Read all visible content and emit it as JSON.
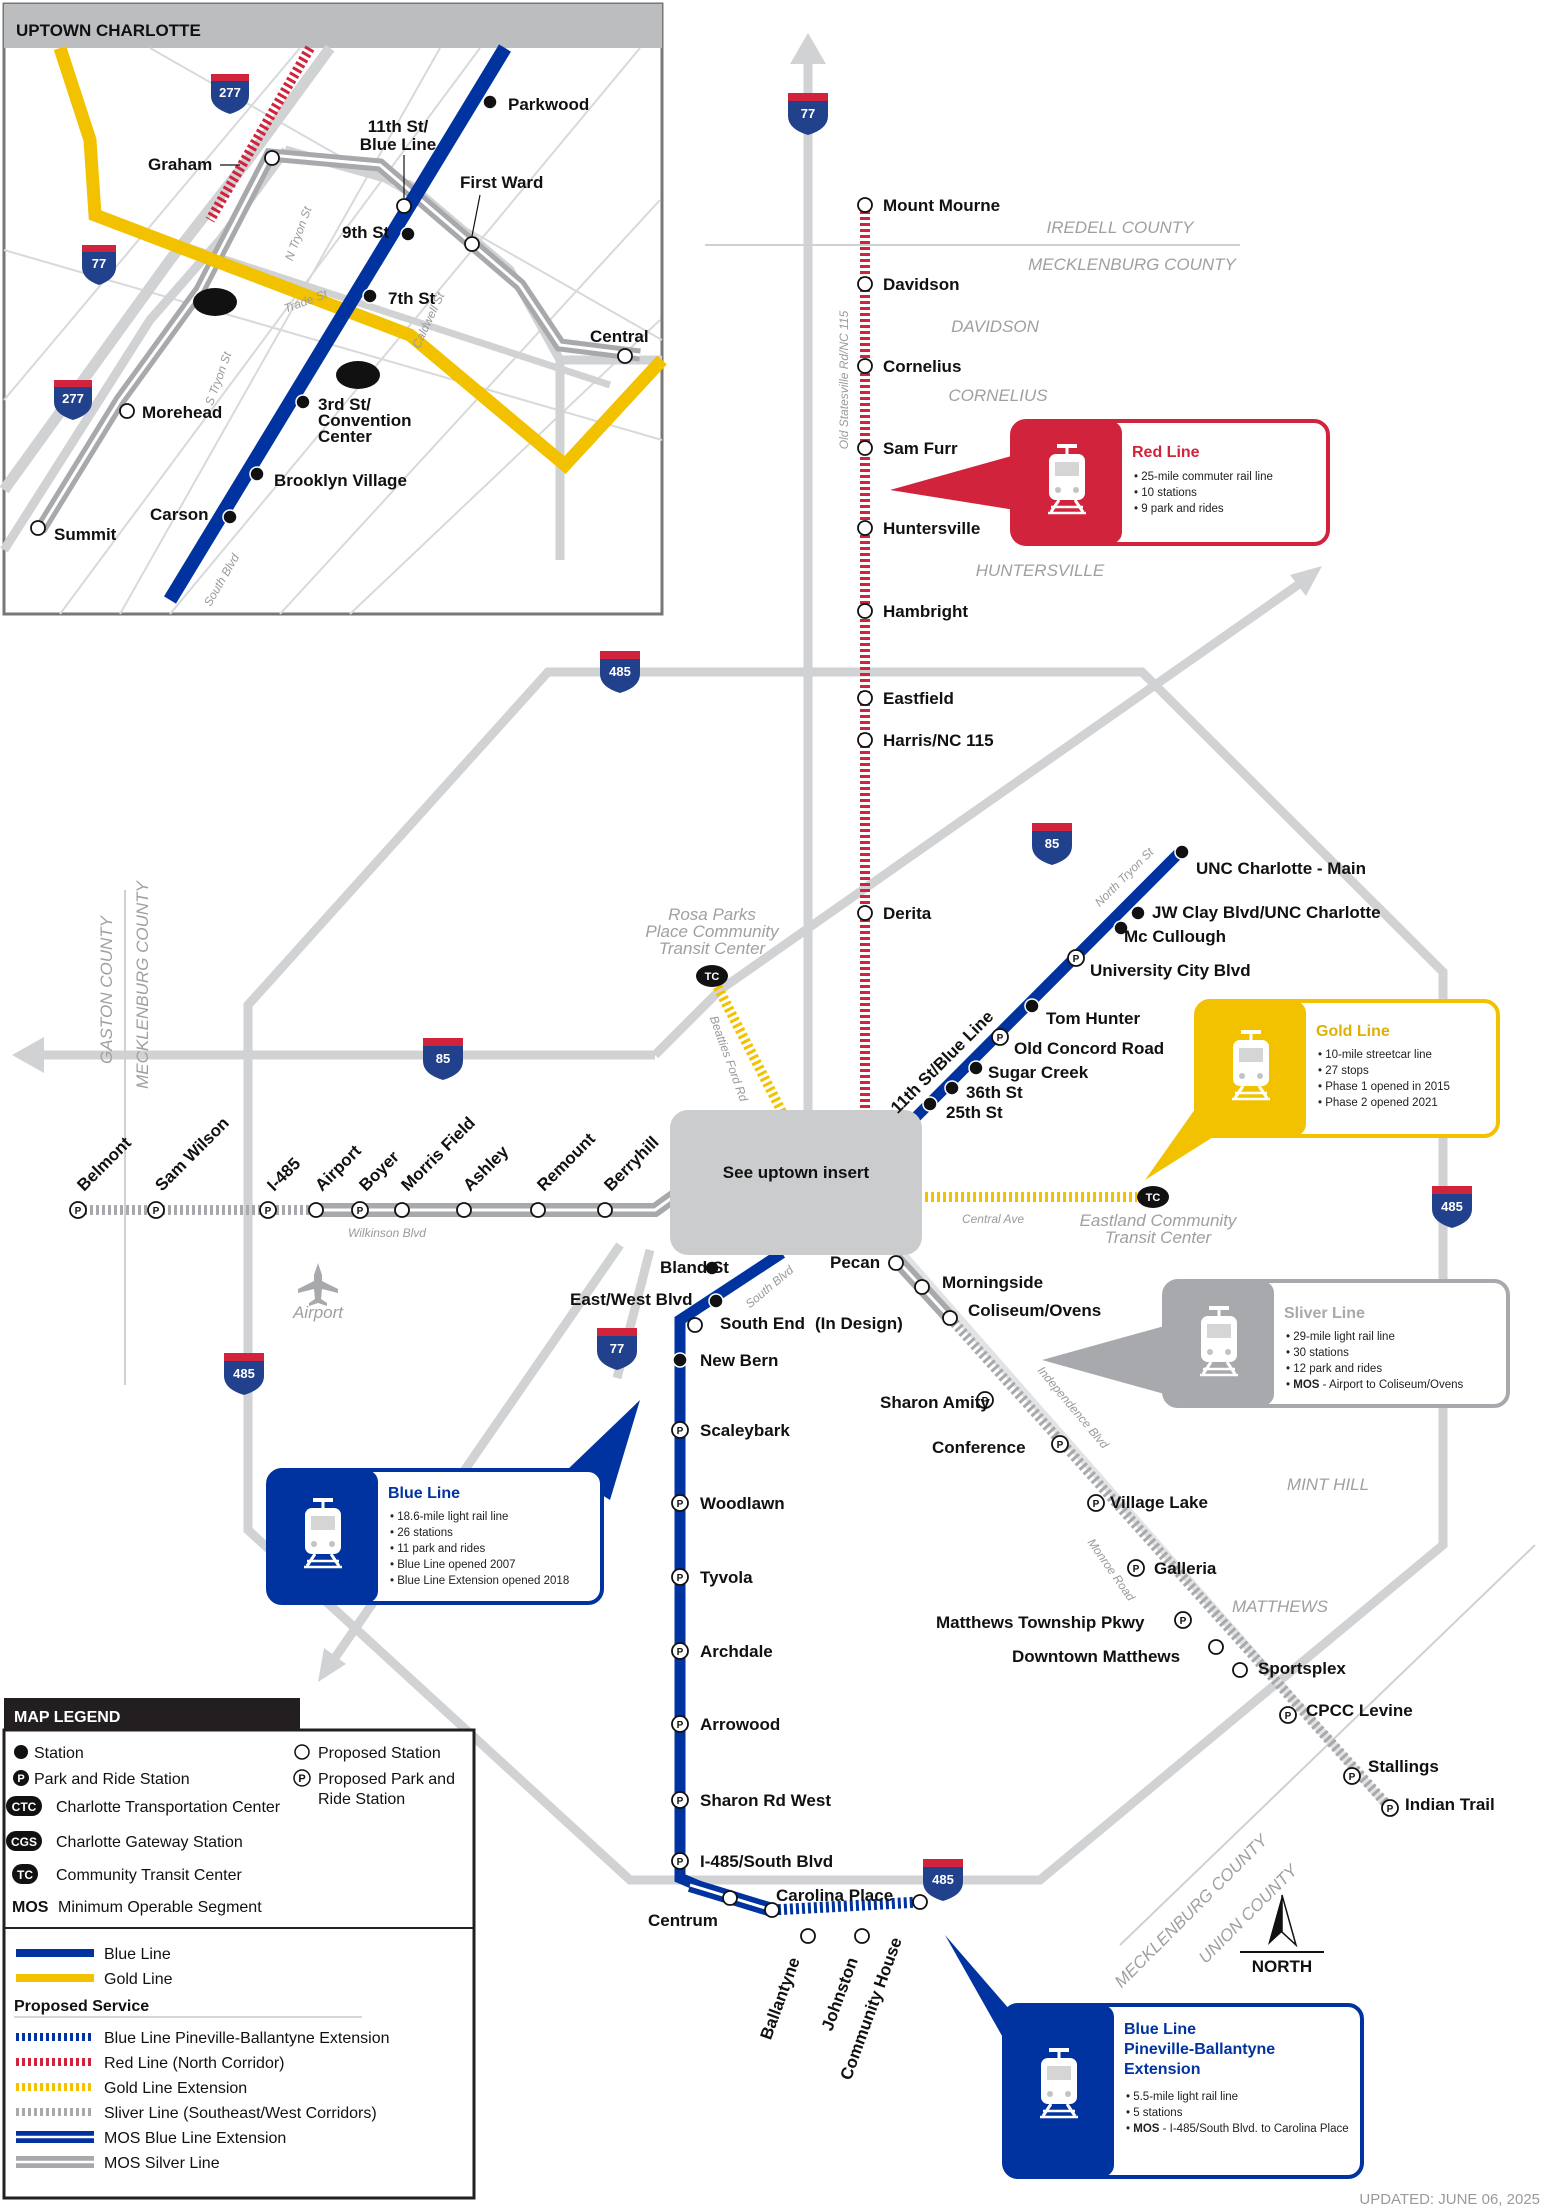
{
  "inset": {
    "title": "UPTOWN CHARLOTTE",
    "stations": [
      "Parkwood",
      "11th St/",
      "Blue Line",
      "First Ward",
      "9th St",
      "7th St",
      "Graham",
      "CGS",
      "CTC",
      "3rd St/",
      "Convention",
      "Center",
      "Brooklyn Village",
      "Carson",
      "Morehead",
      "Summit",
      "Central"
    ],
    "roads": [
      "N Tryon St",
      "Trade St",
      "Caldwell St",
      "S Tryon St",
      "South Blvd"
    ],
    "shields": [
      "277",
      "77",
      "277"
    ]
  },
  "lines": {
    "blue": {
      "color": "#0033a0",
      "name": "Blue Line",
      "stations": [
        "UNC Charlotte - Main",
        "JW Clay Blvd/UNC Charlotte",
        "Mc Cullough",
        "University City Blvd",
        "Tom Hunter",
        "Old Concord Road",
        "Sugar Creek",
        "36th St",
        "25th St",
        "11th St/Blue Line",
        "Bland St",
        "East/West Blvd",
        "South End",
        "(In Design)",
        "New Bern",
        "Scaleybark",
        "Woodlawn",
        "Tyvola",
        "Archdale",
        "Arrowood",
        "Sharon Rd West",
        "I-485/South Blvd",
        "Carolina Place",
        "Centrum",
        "Ballantyne",
        "Johnston",
        "Community House"
      ]
    },
    "red": {
      "color": "#d2233c",
      "name": "Red Line",
      "stations": [
        "Mount Mourne",
        "Davidson",
        "Cornelius",
        "Sam Furr",
        "Huntersville",
        "Hambright",
        "Eastfield",
        "Harris/NC 115",
        "Derita"
      ]
    },
    "gold": {
      "color": "#f2c200",
      "name": "Gold Line",
      "stations": [
        "Rosa Parks",
        "Place Community",
        "Transit Center",
        "Eastland Community",
        "Transit Center"
      ]
    },
    "silver": {
      "color": "#a7a9ac",
      "name": "Silver Line",
      "stations": [
        "Belmont",
        "Sam Wilson",
        "I-485",
        "Airport",
        "Boyer",
        "Morris Field",
        "Ashley",
        "Remount",
        "Berryhill",
        "Pecan",
        "Morningside",
        "Coliseum/Ovens",
        "Sharon Amity",
        "Conference",
        "Village Lake",
        "Galleria",
        "Matthews Township Pkwy",
        "Downtown Matthews",
        "Sportsplex",
        "CPCC Levine",
        "Stallings",
        "Indian Trail"
      ]
    }
  },
  "areas": [
    "IREDELL COUNTY",
    "MECKLENBURG COUNTY",
    "DAVIDSON",
    "CORNELIUS",
    "HUNTERSVILLE",
    "GASTON COUNTY",
    "MECKLENBURG COUNTY",
    "MINT HILL",
    "MATTHEWS",
    "MECKLENBURG COUNTY",
    "UNION COUNTY"
  ],
  "roads": [
    "Old Statesville Rd/NC 115",
    "North Tryon St",
    "Beatties Ford Rd",
    "Central Ave",
    "Wilkinson Blvd",
    "South Blvd",
    "Independence Blvd",
    "Monroe Road"
  ],
  "shields": [
    "77",
    "485",
    "85",
    "85",
    "485",
    "77",
    "485",
    "485"
  ],
  "other": {
    "airport": "Airport",
    "insert": "See uptown insert",
    "north": "NORTH",
    "updated": "UPDATED: JUNE 06, 2025",
    "tc": "TC"
  },
  "info_boxes": {
    "red": {
      "title": "Red Line",
      "bullets": [
        "25-mile commuter rail line",
        "10 stations",
        "9 park and rides"
      ]
    },
    "gold": {
      "title": "Gold Line",
      "bullets": [
        "10-mile streetcar line",
        "27 stops",
        "Phase 1 opened in 2015",
        "Phase 2 opened 2021"
      ]
    },
    "silver": {
      "title": "Sliver Line",
      "bullets": [
        "29-mile light rail line",
        "30 stations",
        "12 park and rides"
      ],
      "mos_label": "MOS",
      "mos_text": " - Airport to Coliseum/Ovens"
    },
    "blue": {
      "title": "Blue Line",
      "bullets": [
        "18.6-mile light rail line",
        "26 stations",
        "11 park and rides",
        "Blue Line opened 2007",
        "Blue Line Extension opened 2018"
      ]
    },
    "blue_ext": {
      "title_lines": [
        "Blue Line",
        "Pineville-Ballantyne",
        "Extension"
      ],
      "bullets": [
        "5.5-mile light rail line",
        "5 stations"
      ],
      "mos_label": "MOS",
      "mos_text": " - I-485/South Blvd. to Carolina Place"
    }
  },
  "legend": {
    "title": "MAP LEGEND",
    "symbols": [
      {
        "sym": "",
        "label": "Station"
      },
      {
        "sym": "",
        "label": "Proposed Station"
      },
      {
        "sym": "P",
        "label": "Park and Ride Station"
      },
      {
        "sym": "P",
        "label": "Proposed Park and"
      },
      {
        "sym": "",
        "label": "Ride Station"
      },
      {
        "sym": "CTC",
        "label": "Charlotte Transportation Center"
      },
      {
        "sym": "CGS",
        "label": "Charlotte Gateway Station"
      },
      {
        "sym": "TC",
        "label": "Community Transit Center"
      },
      {
        "sym": "MOS",
        "label": "Minimum Operable Segment"
      }
    ],
    "lines_existing": [
      "Blue Line",
      "Gold Line"
    ],
    "proposed_heading": "Proposed Service",
    "lines_proposed": [
      "Blue Line Pineville-Ballantyne Extension",
      "Red Line (North Corridor)",
      "Gold Line Extension",
      "Sliver Line (Southeast/West Corridors)",
      "MOS Blue Line Extension",
      "MOS Silver Line"
    ]
  }
}
